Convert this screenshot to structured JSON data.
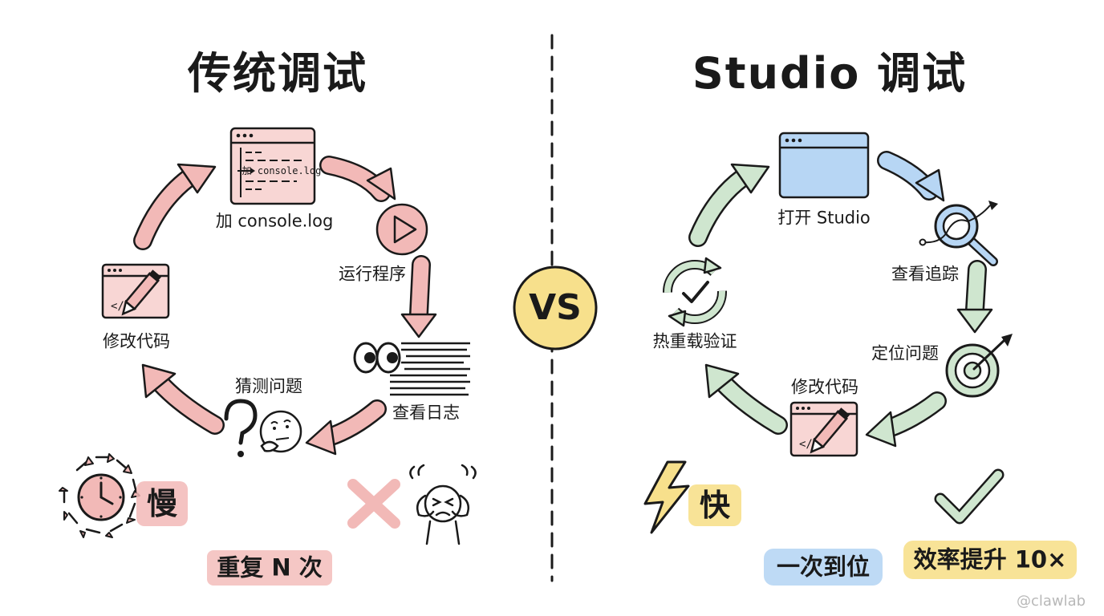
{
  "left": {
    "title": "传统调试",
    "steps": {
      "add_log": "加 console.log",
      "run": "运行程序",
      "view_log": "查看日志",
      "guess": "猜测问题",
      "modify": "修改代码"
    },
    "window_code_text": "加 console.log",
    "slow": "慢",
    "repeat": "重复 N 次"
  },
  "vs": "VS",
  "right": {
    "title": "Studio 调试",
    "steps": {
      "open": "打开 Studio",
      "trace": "查看追踪",
      "locate": "定位问题",
      "modify": "修改代码",
      "hot_reload": "热重载验证"
    },
    "fast": "快",
    "once": "一次到位",
    "efficiency": "效率提升 10×"
  },
  "watermark": "@clawlab",
  "colors": {
    "pink": "#f2b9b7",
    "pink_light": "#f8d6d4",
    "green": "#cfe6cf",
    "blue": "#b7d6f4",
    "yellow": "#f7e08c",
    "stroke": "#1a1a1a"
  },
  "icons": {
    "left": [
      "code-window-icon",
      "play-button-icon",
      "eyes-icon",
      "log-lines-icon",
      "question-mark-icon",
      "thinking-face-icon",
      "edit-code-icon",
      "clock-cycle-icon",
      "x-mark-icon",
      "stressed-person-icon"
    ],
    "right": [
      "browser-window-icon",
      "magnifier-trace-icon",
      "target-icon",
      "edit-code-icon",
      "reload-check-icon",
      "lightning-icon",
      "check-mark-icon"
    ]
  }
}
